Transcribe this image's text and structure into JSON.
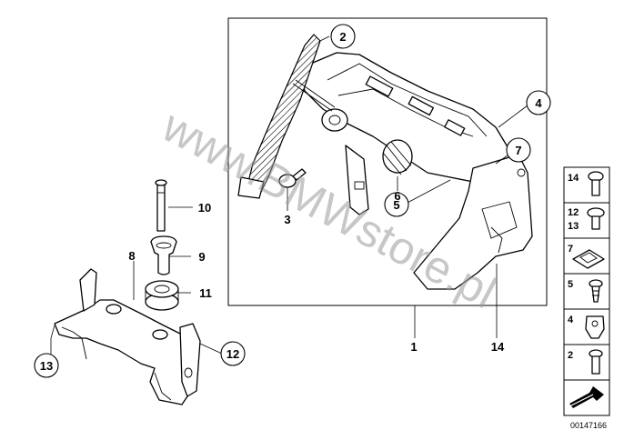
{
  "labels": {
    "c2": "2",
    "c4": "4",
    "c5": "5",
    "c7": "7",
    "c12": "12",
    "c13": "13",
    "p1": "1",
    "p3": "3",
    "p6": "6",
    "p8": "8",
    "p9": "9",
    "p10": "10",
    "p11": "11",
    "p14": "14"
  },
  "legend": {
    "l1": "14",
    "l2": "12",
    "l3": "13",
    "l4": "7",
    "l5": "5",
    "l6": "4",
    "l7": "2"
  },
  "watermark": "www.BMWstore.pl",
  "document_number": "00147166"
}
